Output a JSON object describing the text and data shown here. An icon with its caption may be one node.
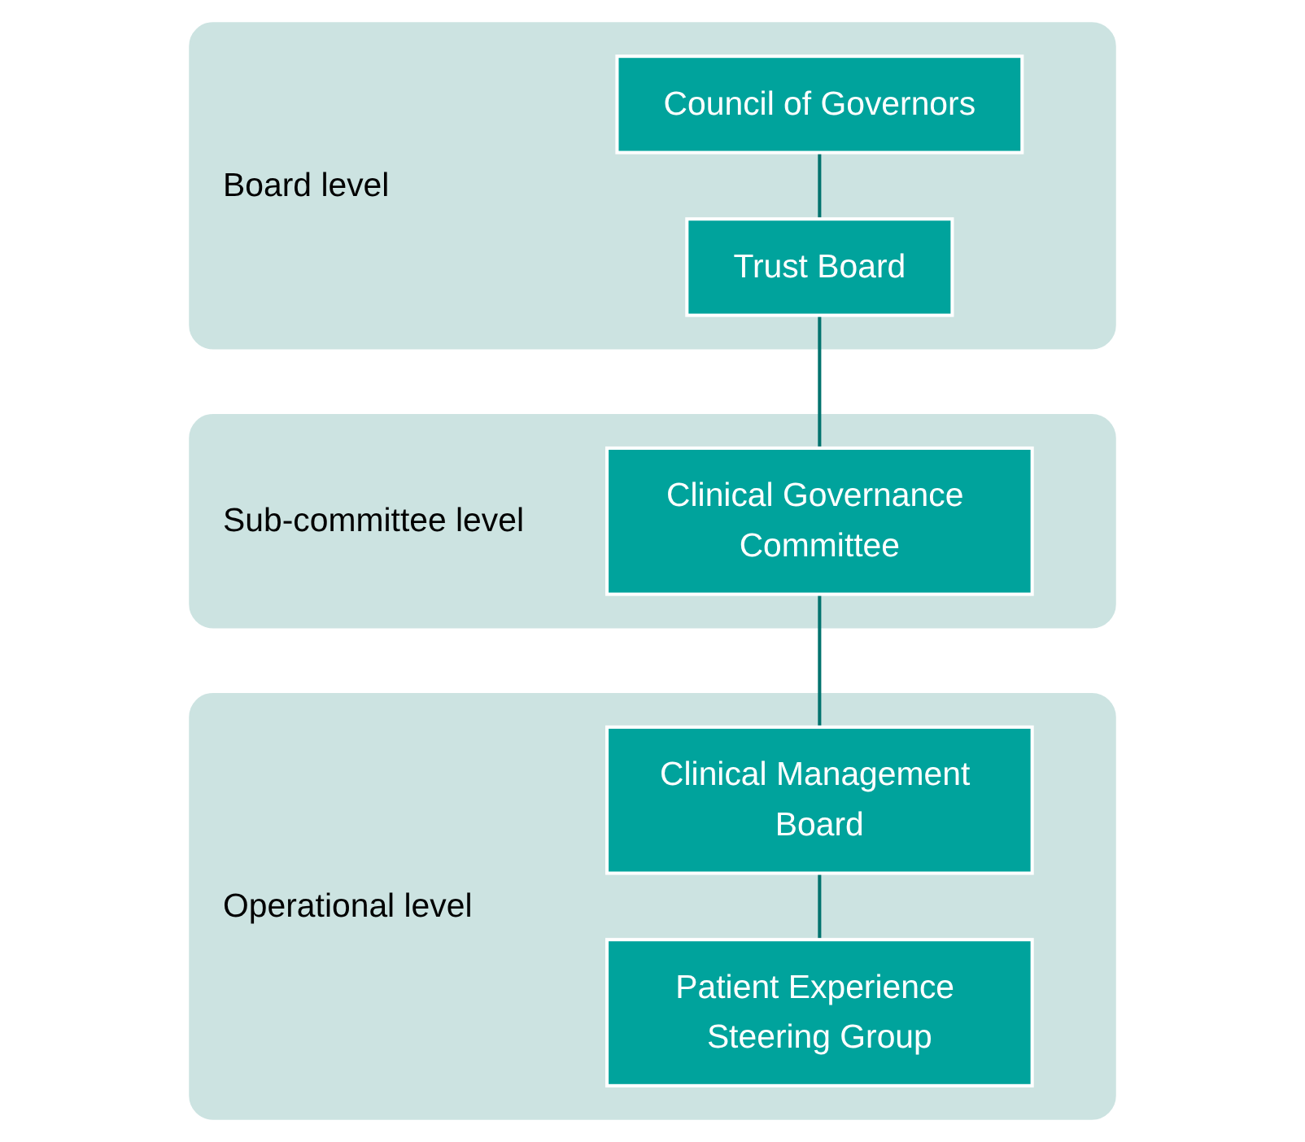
{
  "diagram": {
    "nodes": [
      {
        "text": [
          "Board level"
        ]
      },
      {
        "text": [
          "Council of Governors"
        ],
        "in": 0
      },
      {
        "text": [
          "Trust Board"
        ],
        "in": 0
      },
      {
        "text": [
          "Sub-committee level"
        ]
      },
      {
        "text": [
          "Clinical Governance Committee"
        ],
        "in": 3
      },
      {
        "text": [
          "Operational level"
        ]
      },
      {
        "text": [
          "Clinical Management Board"
        ],
        "in": 5
      },
      {
        "text": [
          "Patient Experience Steering Group"
        ],
        "in": 5
      }
    ],
    "edges": [
      {
        "from": 1,
        "to": 2,
        "arrow": "none"
      },
      {
        "from": 2,
        "to": 4,
        "arrow": "none"
      },
      {
        "from": 4,
        "to": 6,
        "arrow": "none"
      },
      {
        "from": 6,
        "to": 7,
        "arrow": "none"
      }
    ]
  }
}
